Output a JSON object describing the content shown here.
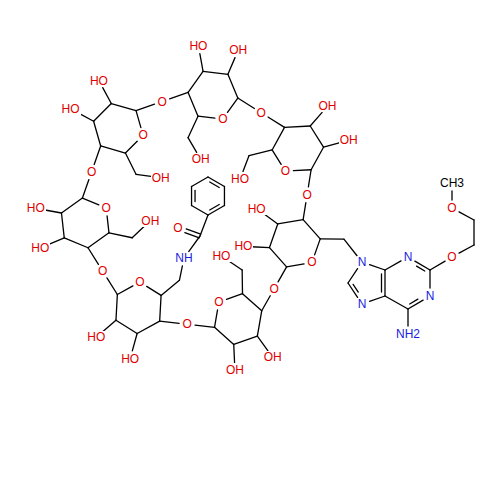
{
  "diagram": {
    "labels": [
      "O",
      "HO",
      "HO",
      "O",
      "O",
      "OH",
      "OH",
      "HO",
      "O",
      "O",
      "HO",
      "HO",
      "O",
      "O",
      "HO",
      "HO",
      "OH",
      "O",
      "O",
      "HO",
      "HO",
      "OH",
      "O",
      "O",
      "OH",
      "HO",
      "OH",
      "O",
      "O",
      "OH",
      "OH",
      "HO",
      "O",
      "NH",
      "O",
      "N",
      "N",
      "N",
      "N",
      "NH2",
      "O",
      "O",
      "CH3"
    ]
  }
}
